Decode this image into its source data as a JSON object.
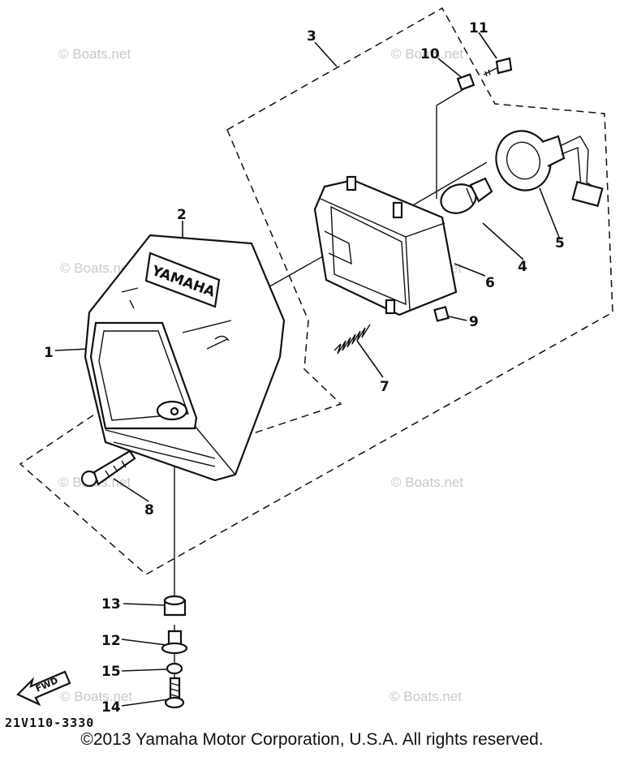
{
  "callouts": [
    "1",
    "2",
    "3",
    "4",
    "5",
    "6",
    "7",
    "8",
    "9",
    "10",
    "11",
    "12",
    "13",
    "14",
    "15"
  ],
  "part_number": "21V110-3330",
  "fwd_label": "FWD",
  "emblem_text": "YAMAHA",
  "watermark": "© Boats.net",
  "copyright": "©2013 Yamaha Motor Corporation, U.S.A. All rights reserved."
}
